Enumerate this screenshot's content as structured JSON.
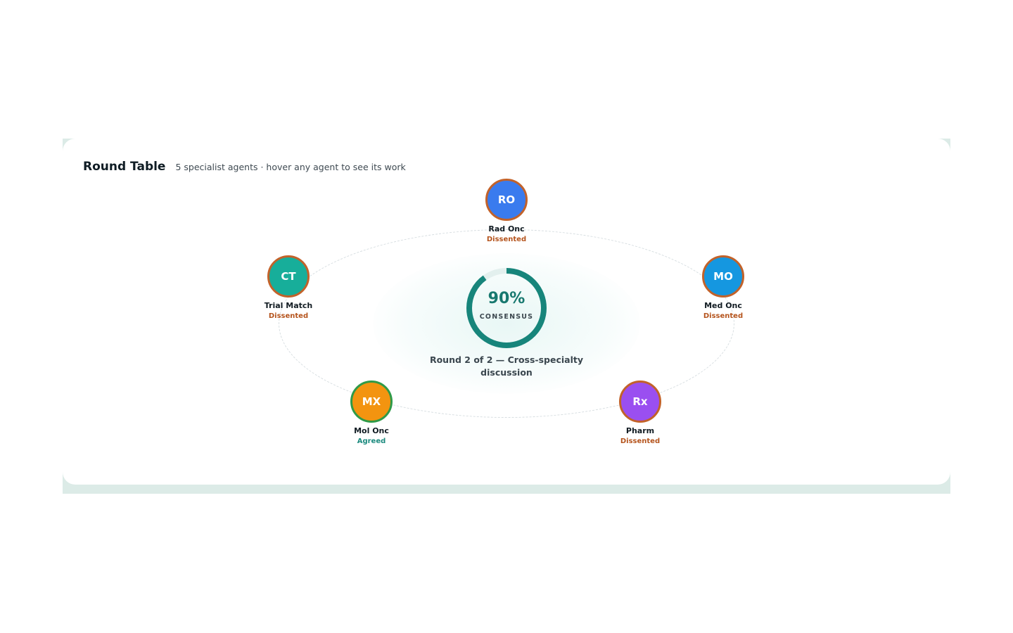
{
  "header": {
    "title": "Round Table",
    "subtitle": "5 specialist agents · hover any agent to see its work"
  },
  "consensus": {
    "value": 90,
    "value_label": "90%",
    "label": "CONSENSUS",
    "round_text": "Round 2 of 2 — Cross-specialty discussion"
  },
  "colors": {
    "dissent": "#c2622a",
    "agree": "#2f9a48",
    "dissent_text": "#b5541d",
    "agree_text": "#1b8a7e",
    "gauge": "#17857b",
    "gauge_track": "#e3f0ee"
  },
  "agents": [
    {
      "id": "ro",
      "initials": "RO",
      "name": "Rad Onc",
      "status": "Dissented",
      "agreed": false,
      "color": "#3a7bee"
    },
    {
      "id": "mo",
      "initials": "MO",
      "name": "Med Onc",
      "status": "Dissented",
      "agreed": false,
      "color": "#1597e0"
    },
    {
      "id": "rx",
      "initials": "Rx",
      "name": "Pharm",
      "status": "Dissented",
      "agreed": false,
      "color": "#9a4ff0"
    },
    {
      "id": "mx",
      "initials": "MX",
      "name": "Mol Onc",
      "status": "Agreed",
      "agreed": true,
      "color": "#f39410"
    },
    {
      "id": "ct",
      "initials": "CT",
      "name": "Trial Match",
      "status": "Dissented",
      "agreed": false,
      "color": "#17ae9a"
    }
  ]
}
